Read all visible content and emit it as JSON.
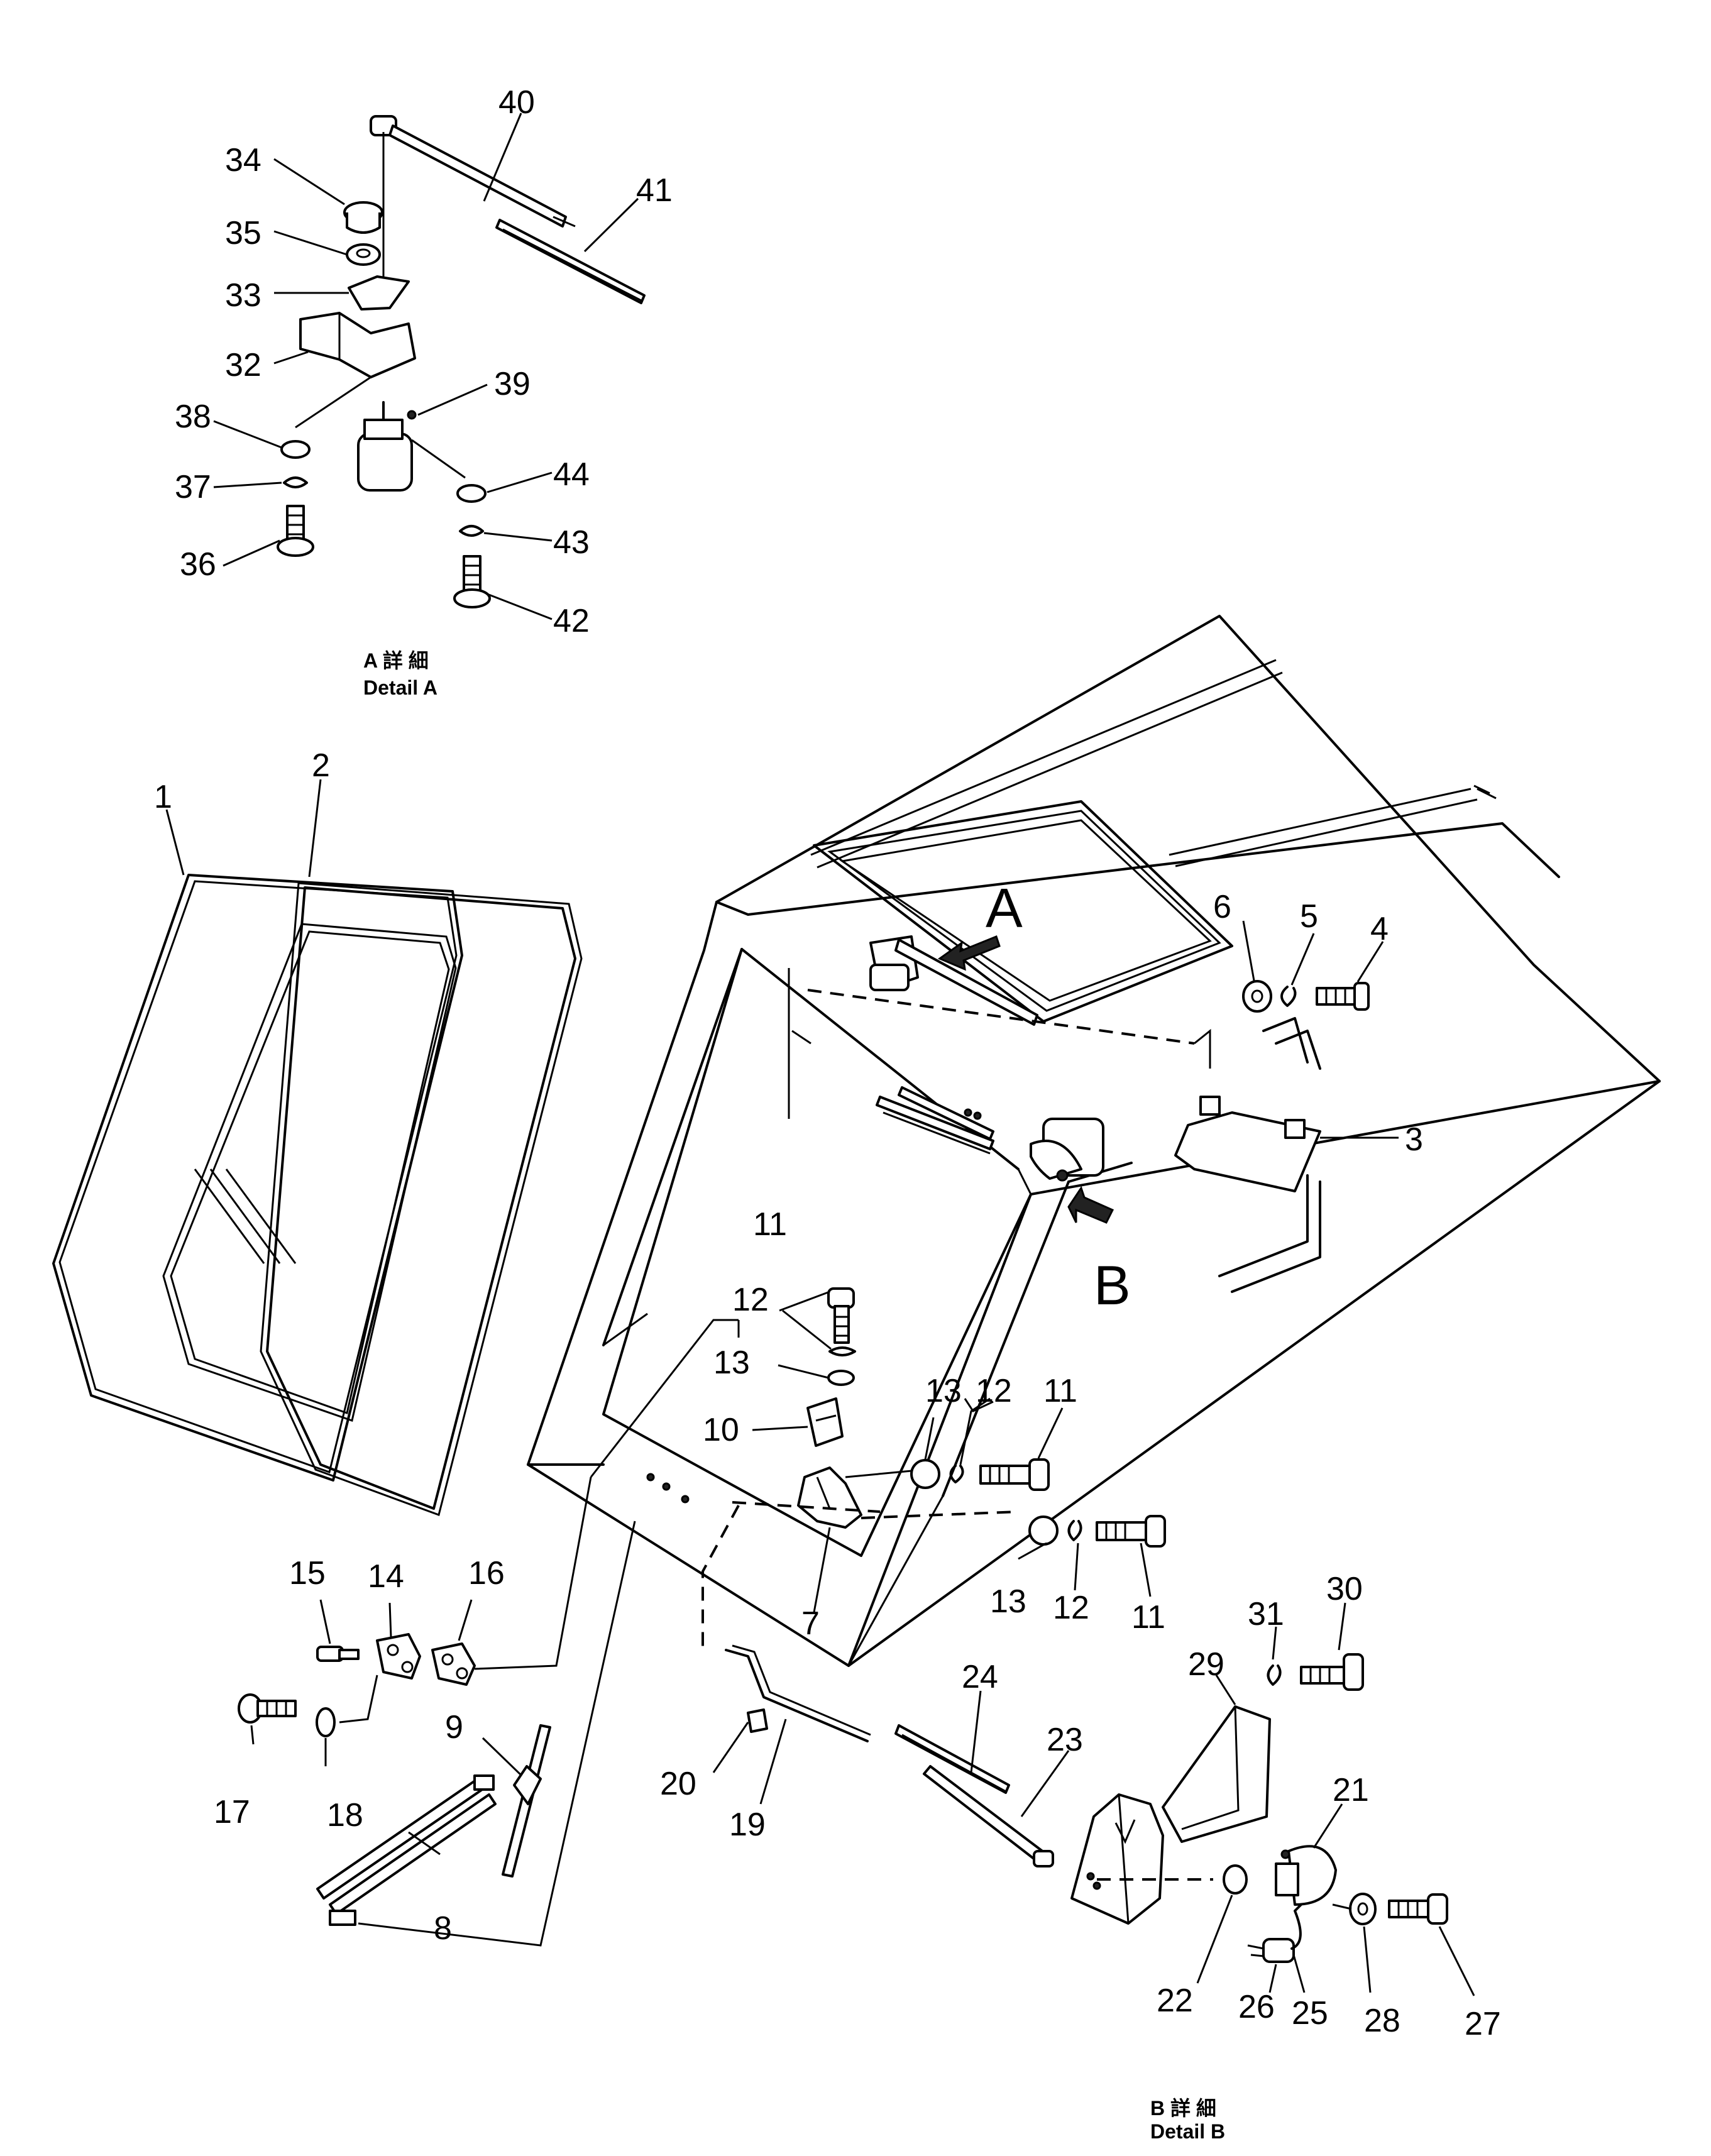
{
  "diagram": {
    "detail_a_caption_jp": "A 詳 細",
    "detail_a_caption_en": "Detail A",
    "detail_b_caption_jp": "B 詳 細",
    "detail_b_caption_en": "Detail B",
    "view_arrow_a": "A",
    "view_arrow_b": "B",
    "part_numbers": {
      "p1": "1",
      "p2": "2",
      "p3": "3",
      "p4": "4",
      "p5": "5",
      "p6": "6",
      "p7": "7",
      "p8": "8",
      "p9": "9",
      "p10": "10",
      "p11": "11",
      "p12": "12",
      "p13": "13",
      "p14": "14",
      "p15": "15",
      "p16": "16",
      "p17": "17",
      "p18": "18",
      "p19": "19",
      "p20": "20",
      "p21": "21",
      "p22": "22",
      "p23": "23",
      "p24": "24",
      "p25": "25",
      "p26": "26",
      "p27": "27",
      "p28": "28",
      "p29": "29",
      "p30": "30",
      "p31": "31",
      "p32": "32",
      "p33": "33",
      "p34": "34",
      "p35": "35",
      "p36": "36",
      "p37": "37",
      "p38": "38",
      "p39": "39",
      "p40": "40",
      "p41": "41",
      "p42": "42",
      "p43": "43",
      "p44": "44"
    }
  }
}
